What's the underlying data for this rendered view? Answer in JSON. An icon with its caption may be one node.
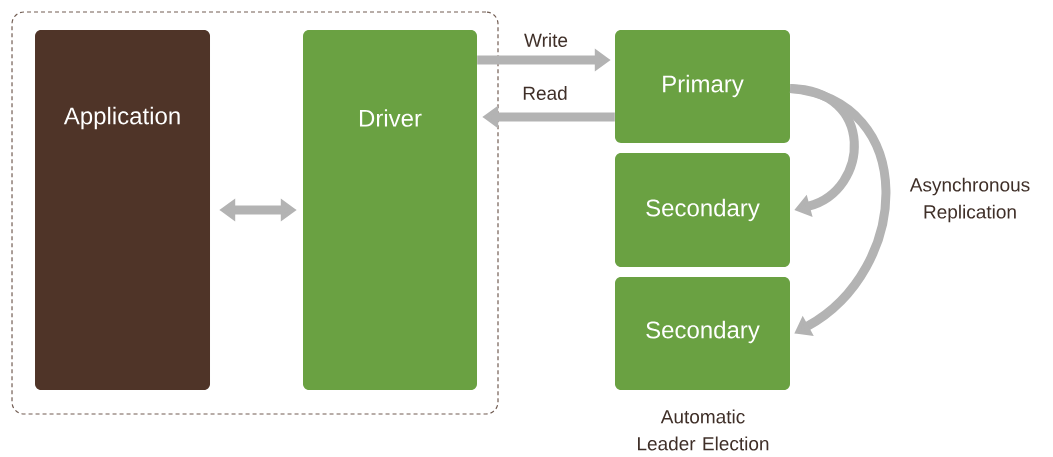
{
  "diagram": {
    "nodes": [
      {
        "text": [],
        "shape": "box"
      },
      {
        "text": [
          "Application"
        ],
        "in": 0
      },
      {
        "text": [
          "Driver"
        ],
        "in": 0
      },
      {
        "text": [
          "Primary"
        ]
      },
      {
        "text": [
          "Secondary"
        ]
      },
      {
        "text": [
          "Secondary"
        ]
      }
    ],
    "edges": [
      {
        "from": 1,
        "to": 2,
        "arrow": "both"
      },
      {
        "from": 2,
        "to": 3,
        "arrow": "to",
        "label": "Write"
      },
      {
        "from": 3,
        "to": 2,
        "arrow": "to",
        "label": "Read"
      },
      {
        "from": 3,
        "to": 4,
        "arrow": "to"
      },
      {
        "from": 3,
        "to": 5,
        "arrow": "to"
      }
    ],
    "labels": [
      "Asynchronous Replication",
      "Automatic Leader Election"
    ]
  }
}
